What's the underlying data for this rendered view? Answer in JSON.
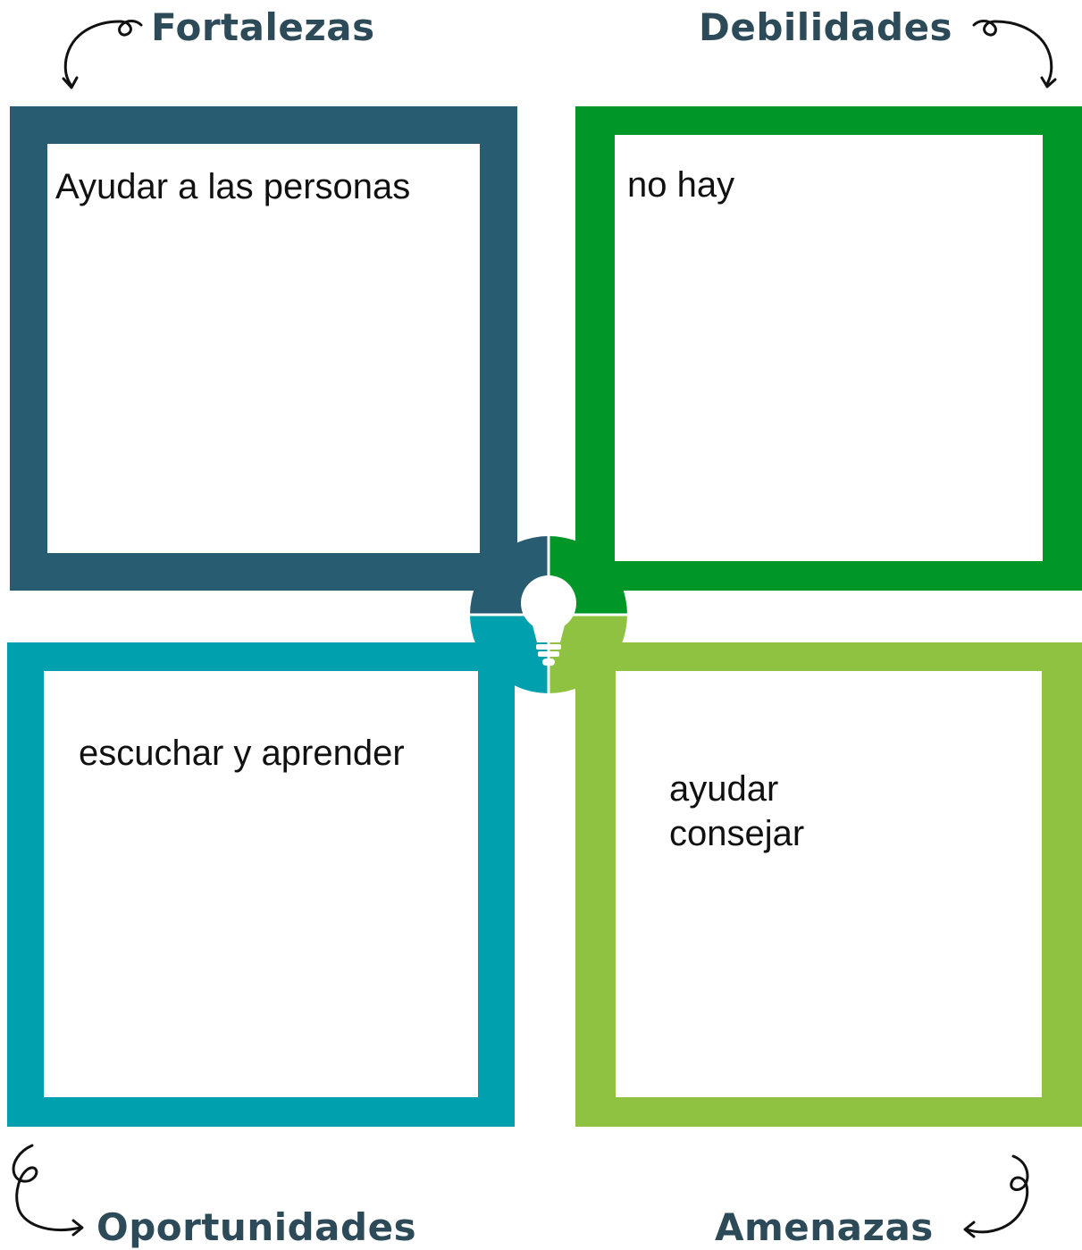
{
  "colors": {
    "fortalezas": "#285c70",
    "debilidades": "#009628",
    "oportunidades": "#00a0af",
    "amenazas": "#8fc241",
    "heading_text": "#2d4a58"
  },
  "quadrants": {
    "fortalezas": {
      "title": "Fortalezas",
      "lines": [
        "Ayudar a las personas"
      ]
    },
    "debilidades": {
      "title": "Debilidades",
      "lines": [
        "no hay"
      ]
    },
    "oportunidades": {
      "title": "Oportunidades",
      "lines": [
        "escuchar y aprender"
      ]
    },
    "amenazas": {
      "title": "Amenazas",
      "lines": [
        "ayudar",
        "consejar"
      ]
    }
  },
  "center_icon": "lightbulb-icon",
  "decorations": [
    "curly-arrow-icon"
  ]
}
